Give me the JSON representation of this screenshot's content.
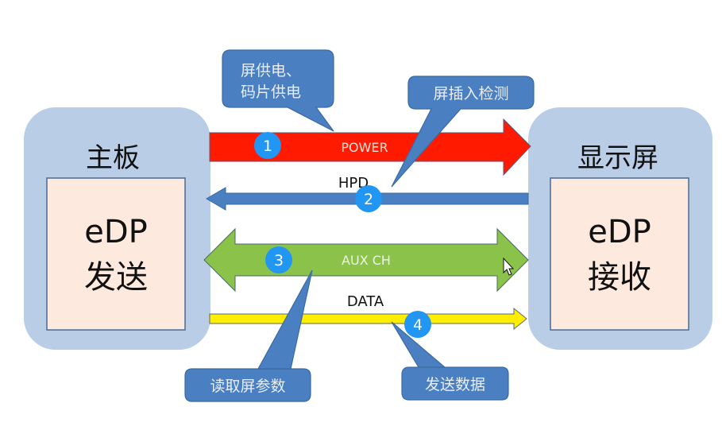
{
  "diagram": {
    "colors": {
      "outer_box": "#b9cde6",
      "inner_box": "#fde9dd",
      "inner_border": "#4a6a94",
      "callout": "#4a7fc1",
      "callout_border": "#3a6aa3",
      "badge": "#2196f3",
      "power": "#ff1a00",
      "hpd": "#4a7fc1",
      "aux": "#8bc34a",
      "data": "#ffee00"
    },
    "left_block": {
      "title": "主板",
      "inner_line1": "eDP",
      "inner_line2": "发送"
    },
    "right_block": {
      "title": "显示屏",
      "inner_line1": "eDP",
      "inner_line2": "接收"
    },
    "signals": [
      {
        "id": "power",
        "label": "POWER",
        "badge": "1",
        "direction": "left-to-right"
      },
      {
        "id": "hpd",
        "label": "HPD",
        "badge": "2",
        "direction": "right-to-left"
      },
      {
        "id": "aux",
        "label": "AUX  CH",
        "badge": "3",
        "direction": "bidirectional"
      },
      {
        "id": "data",
        "label": "DATA",
        "badge": "4",
        "direction": "left-to-right"
      }
    ],
    "callouts": [
      {
        "id": "power-callout",
        "line1": "屏供电、",
        "line2": "码片供电",
        "points_to": "power"
      },
      {
        "id": "hpd-callout",
        "line1": "屏插入检测",
        "points_to": "hpd"
      },
      {
        "id": "aux-callout",
        "line1": "读取屏参数",
        "points_to": "aux"
      },
      {
        "id": "data-callout",
        "line1": "发送数据",
        "points_to": "data"
      }
    ]
  }
}
